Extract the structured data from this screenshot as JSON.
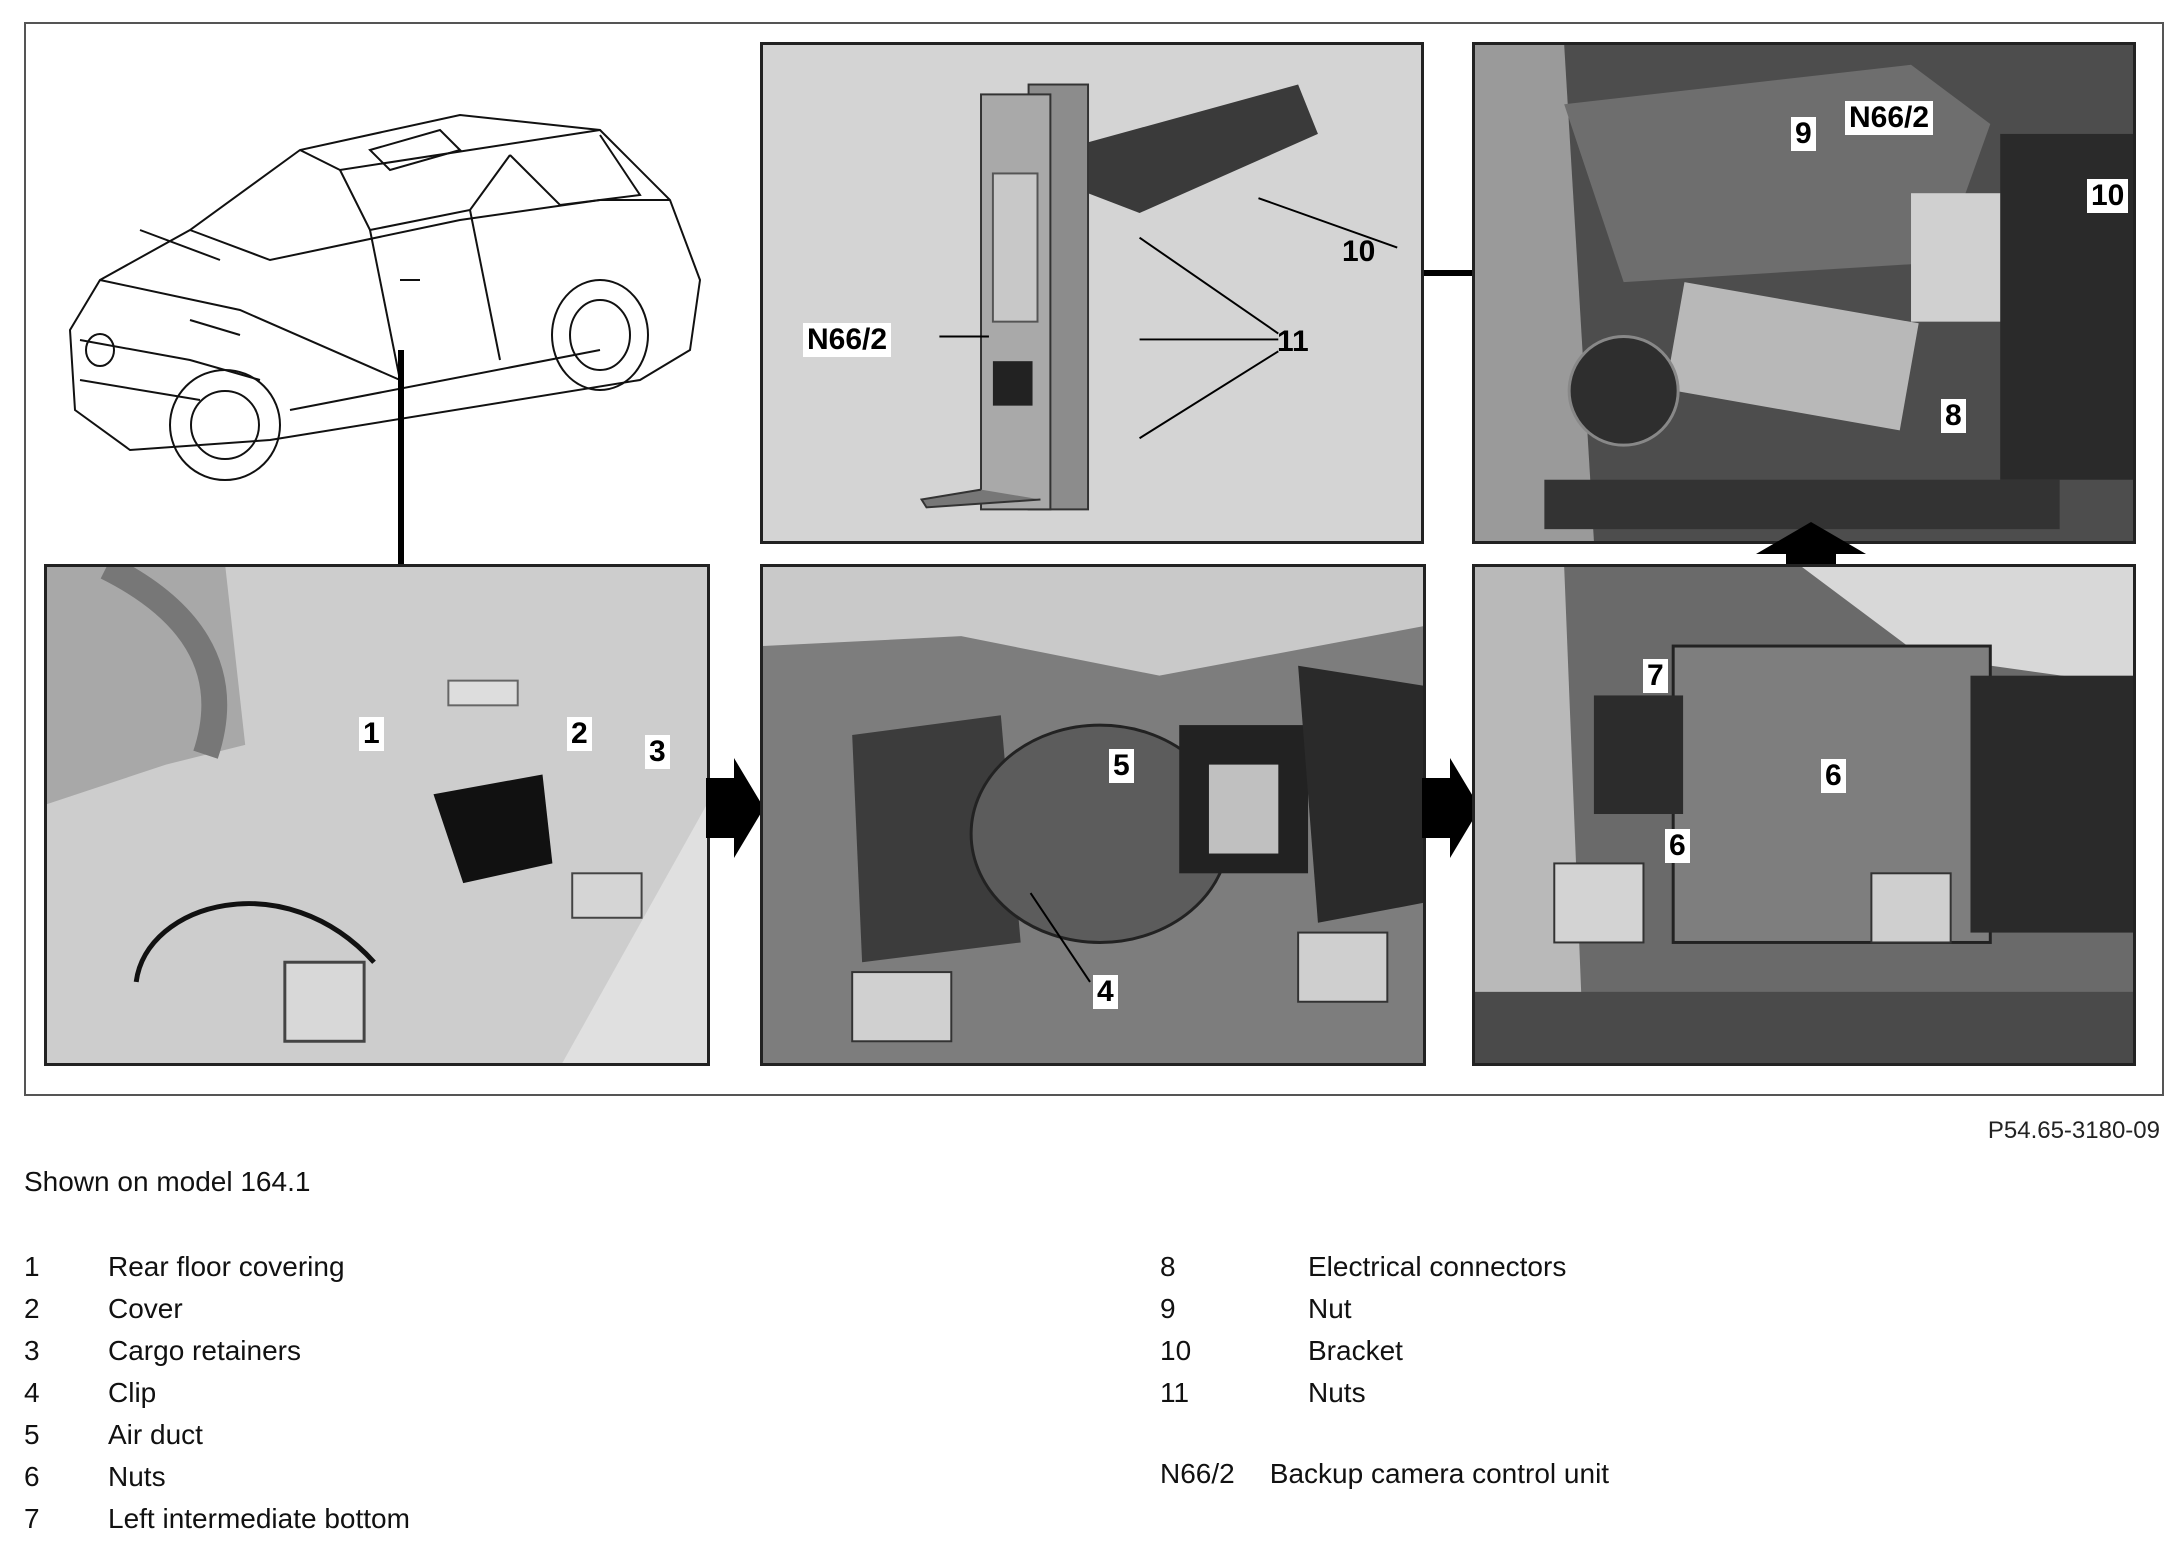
{
  "figure": {
    "reference": "P54.65-3180-09",
    "callouts": {
      "c1": "1",
      "c2": "2",
      "c3": "3",
      "c4": "4",
      "c5": "5",
      "c6a": "6",
      "c6b": "6",
      "c7": "7",
      "c8": "8",
      "c9": "9",
      "c10a": "10",
      "c10b": "10",
      "c11": "11",
      "n66a": "N66/2",
      "n66b": "N66/2"
    }
  },
  "model_note": "Shown on model 164.1",
  "legend": {
    "left": [
      {
        "num": "1",
        "text": "Rear floor covering"
      },
      {
        "num": "2",
        "text": "Cover"
      },
      {
        "num": "3",
        "text": "Cargo retainers"
      },
      {
        "num": "4",
        "text": "Clip"
      },
      {
        "num": "5",
        "text": "Air duct"
      },
      {
        "num": "6",
        "text": "Nuts"
      },
      {
        "num": "7",
        "text": "Left intermediate bottom"
      }
    ],
    "right": [
      {
        "num": "8",
        "text": "Electrical connectors"
      },
      {
        "num": "9",
        "text": "Nut"
      },
      {
        "num": "10",
        "text": "Bracket"
      },
      {
        "num": "11",
        "text": "Nuts"
      }
    ],
    "component": {
      "code": "N66/2",
      "text": "Backup camera control unit"
    }
  }
}
